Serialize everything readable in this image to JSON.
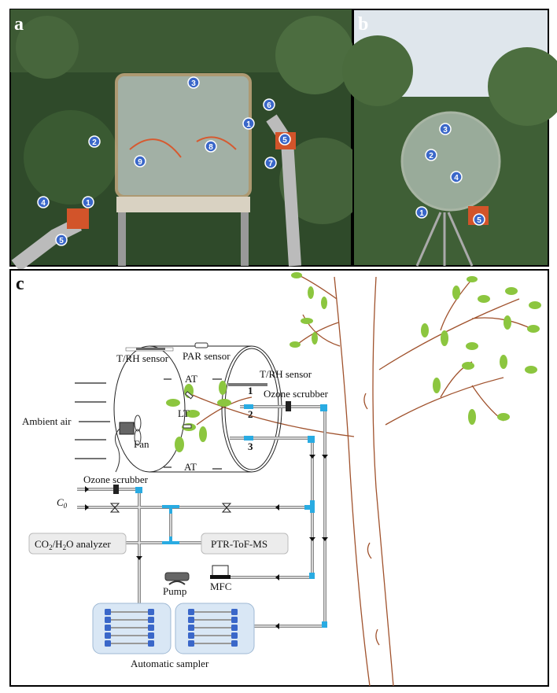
{
  "panels": {
    "a": {
      "label": "a",
      "markers": [
        "3",
        "6",
        "1",
        "2",
        "5",
        "8",
        "9",
        "7",
        "4",
        "1",
        "5"
      ]
    },
    "b": {
      "label": "b",
      "markers": [
        "3",
        "2",
        "4",
        "1",
        "5"
      ]
    },
    "c": {
      "label": "c",
      "labels": {
        "trh_sensor_left": "T/RH sensor",
        "par_sensor": "PAR sensor",
        "at_top": "AT",
        "trh_sensor_right": "T/RH sensor",
        "ozone_scrubber_right": "Ozone scrubber",
        "port1": "1",
        "port2": "2",
        "port3": "3",
        "lt": "LT",
        "ambient_air": "Ambient air",
        "fan": "Fan",
        "at_bottom": "AT",
        "ozone_scrubber_left": "Ozone scrubber",
        "c0": "C",
        "c0_sub": "0",
        "analyzer_pre": "CO",
        "analyzer_sub1": "2",
        "analyzer_mid": "/H",
        "analyzer_sub2": "2",
        "analyzer_post": "O analyzer",
        "ptr": "PTR-ToF-MS",
        "pump": "Pump",
        "mfc": "MFC",
        "automatic_sampler": "Automatic sampler"
      }
    }
  },
  "colors": {
    "marker": "#3a67c9",
    "leaf": "#8cc63f",
    "connector": "#29abe2",
    "branch": "#a0522d"
  }
}
